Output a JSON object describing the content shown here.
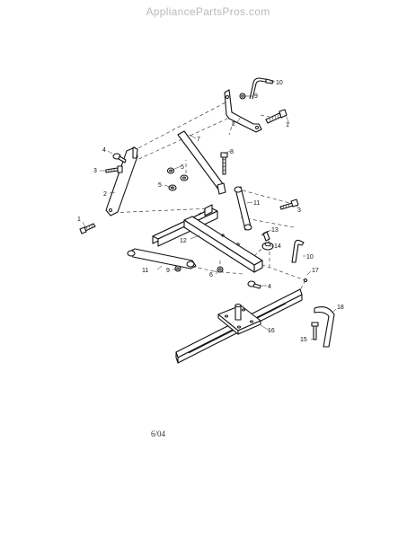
{
  "header": {
    "watermark": "AppliancePartsPros.com"
  },
  "footer": {
    "date_code": "6/04"
  },
  "callouts": [
    "1",
    "2",
    "3",
    "4",
    "5",
    "6",
    "7",
    "8",
    "9",
    "10",
    "11",
    "12",
    "13",
    "14",
    "15",
    "16",
    "17",
    "18"
  ]
}
